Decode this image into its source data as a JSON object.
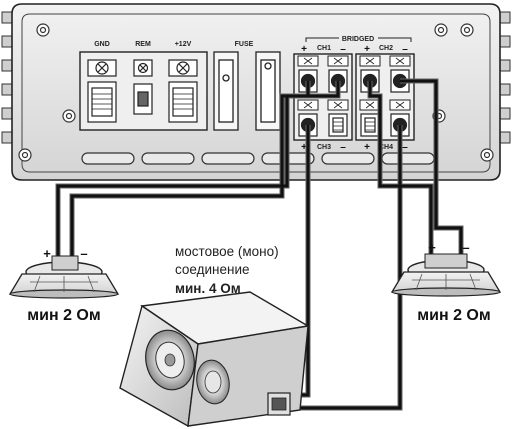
{
  "amplifier": {
    "terminals": {
      "gnd": "GND",
      "rem": "REM",
      "plus12v": "+12V",
      "fuse": "FUSE"
    },
    "bridged_label": "BRIDGED",
    "channels": {
      "ch1": "CH1",
      "ch2": "CH2",
      "ch3": "CH3",
      "ch4": "CH4"
    },
    "plus_sign": "+",
    "minus_sign": "–"
  },
  "left_speaker": {
    "plus": "+",
    "minus": "–",
    "impedance": "мин 2 Ом"
  },
  "right_speaker": {
    "plus": "+",
    "minus": "–",
    "impedance": "мин 2 Ом"
  },
  "subwoofer_note": {
    "line1": "мостовое (моно)",
    "line2": "соединение",
    "line3": "мин. 4 Ом"
  },
  "colors": {
    "wire": "#111111",
    "wire_outline": "#555555",
    "metal": "#d9d9d9",
    "panel": "#e6e6e6"
  }
}
